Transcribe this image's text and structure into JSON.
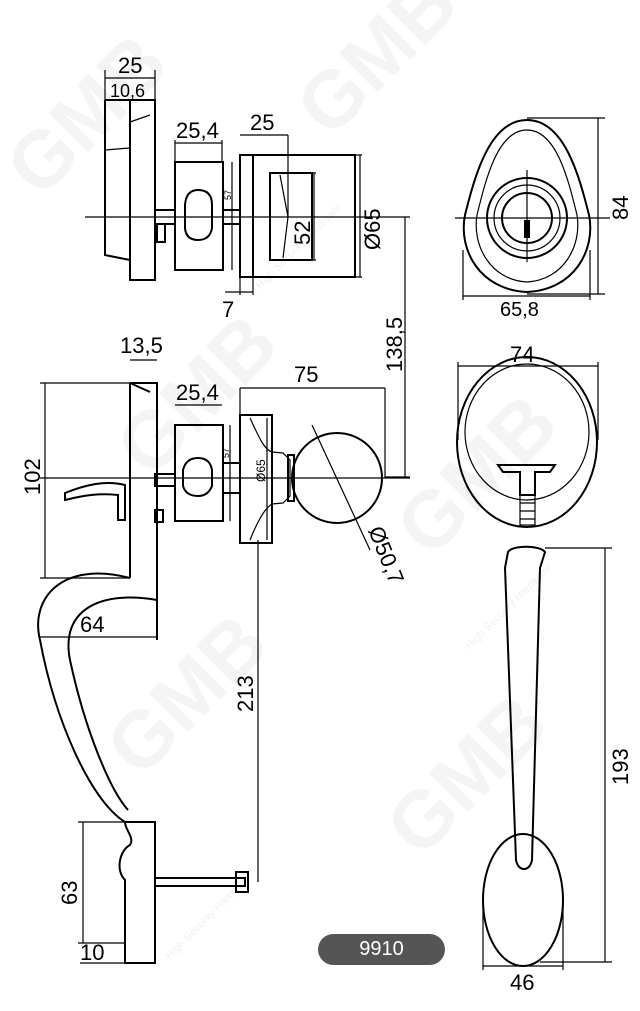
{
  "watermark": {
    "brand": "GMB",
    "tagline": "High Security Hardware"
  },
  "model_badge": "9910",
  "deadbolt_side": {
    "overall_width": "25",
    "plate_thickness": "10,6",
    "cylinder_width": "25,4",
    "cylinder_height": "57",
    "rose_width": "25",
    "rose_diameter": "Ø65",
    "turn_height": "52",
    "offset": "7"
  },
  "deadbolt_front": {
    "height": "84",
    "width": "65,8"
  },
  "center_distance": "138,5",
  "handleset_side": {
    "plate_thickness": "13,5",
    "plate_height": "102",
    "cylinder_width": "25,4",
    "cylinder_height": "57",
    "knob_projection": "75",
    "rose_diameter": "Ø65",
    "knob_diameter": "Ø50,7",
    "grip_depth": "64",
    "grip_length": "213",
    "bottom_height": "63",
    "bottom_thickness": "10"
  },
  "handleset_front": {
    "width": "74",
    "grip_length": "193",
    "bottom_width": "46"
  }
}
